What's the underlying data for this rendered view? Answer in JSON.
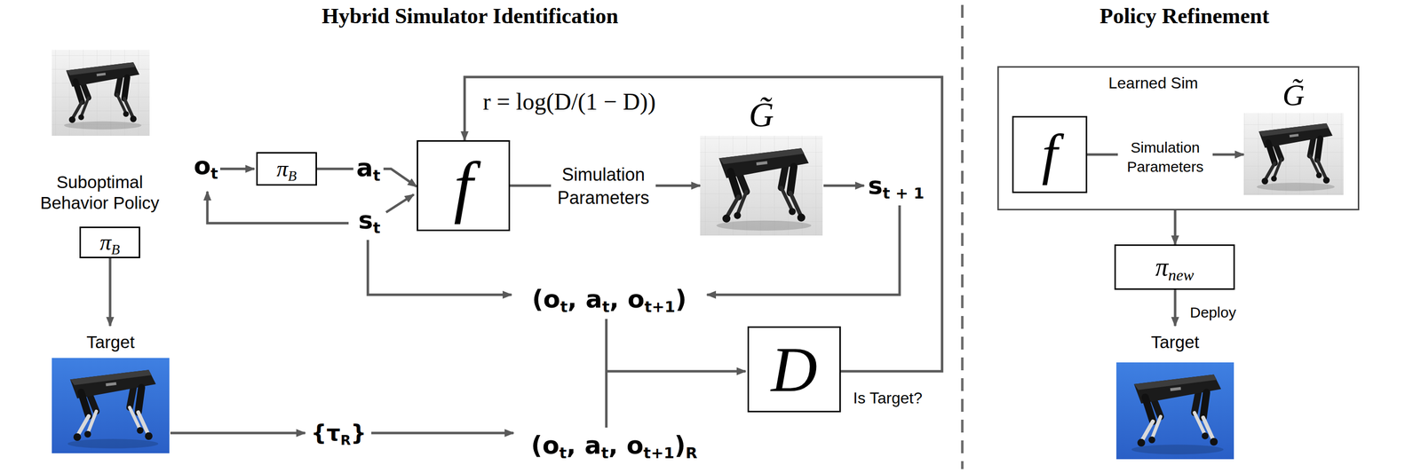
{
  "diagram": {
    "nodes": [
      {
        "text": [
          "Suboptimal Behavior Policy"
        ]
      },
      {
        "text": [
          "πB"
        ]
      },
      {
        "text": [
          "Target"
        ]
      },
      {
        "text": [
          "πB"
        ]
      },
      {
        "text": [
          "f"
        ]
      },
      {
        "text": [
          "G̃"
        ]
      },
      {
        "text": [
          "D"
        ]
      },
      {
        "text": [
          "Learned Sim"
        ]
      },
      {
        "text": [
          "f"
        ],
        "in": 7
      },
      {
        "text": [
          "G̃"
        ],
        "in": 7
      },
      {
        "text": [
          "πnew"
        ]
      },
      {
        "text": [
          "Target"
        ]
      }
    ],
    "edges": [
      {
        "from": 1,
        "to": 2,
        "arrow": "to"
      },
      {
        "from": 3,
        "to": 4,
        "label": "at",
        "arrow": "to"
      },
      {
        "from": 4,
        "to": 5,
        "label": "Simulation Parameters",
        "arrow": "to"
      },
      {
        "from": 6,
        "to": 4,
        "label": "r = log(D/(1 − D))",
        "arrow": "to"
      },
      {
        "from": 7,
        "to": 10,
        "arrow": "to"
      },
      {
        "from": 8,
        "to": 9,
        "label": "Simulation Parameters",
        "arrow": "to"
      },
      {
        "from": 10,
        "to": 11,
        "label": "Deploy",
        "arrow": "to"
      }
    ],
    "labels": [
      "Hybrid Simulator Identification",
      "Policy Refinement",
      "ot",
      "st",
      "st + 1",
      "(ot, at, ot+1)",
      "(ot, at, ot+1)R",
      "{τR}",
      "Is Target?"
    ]
  }
}
